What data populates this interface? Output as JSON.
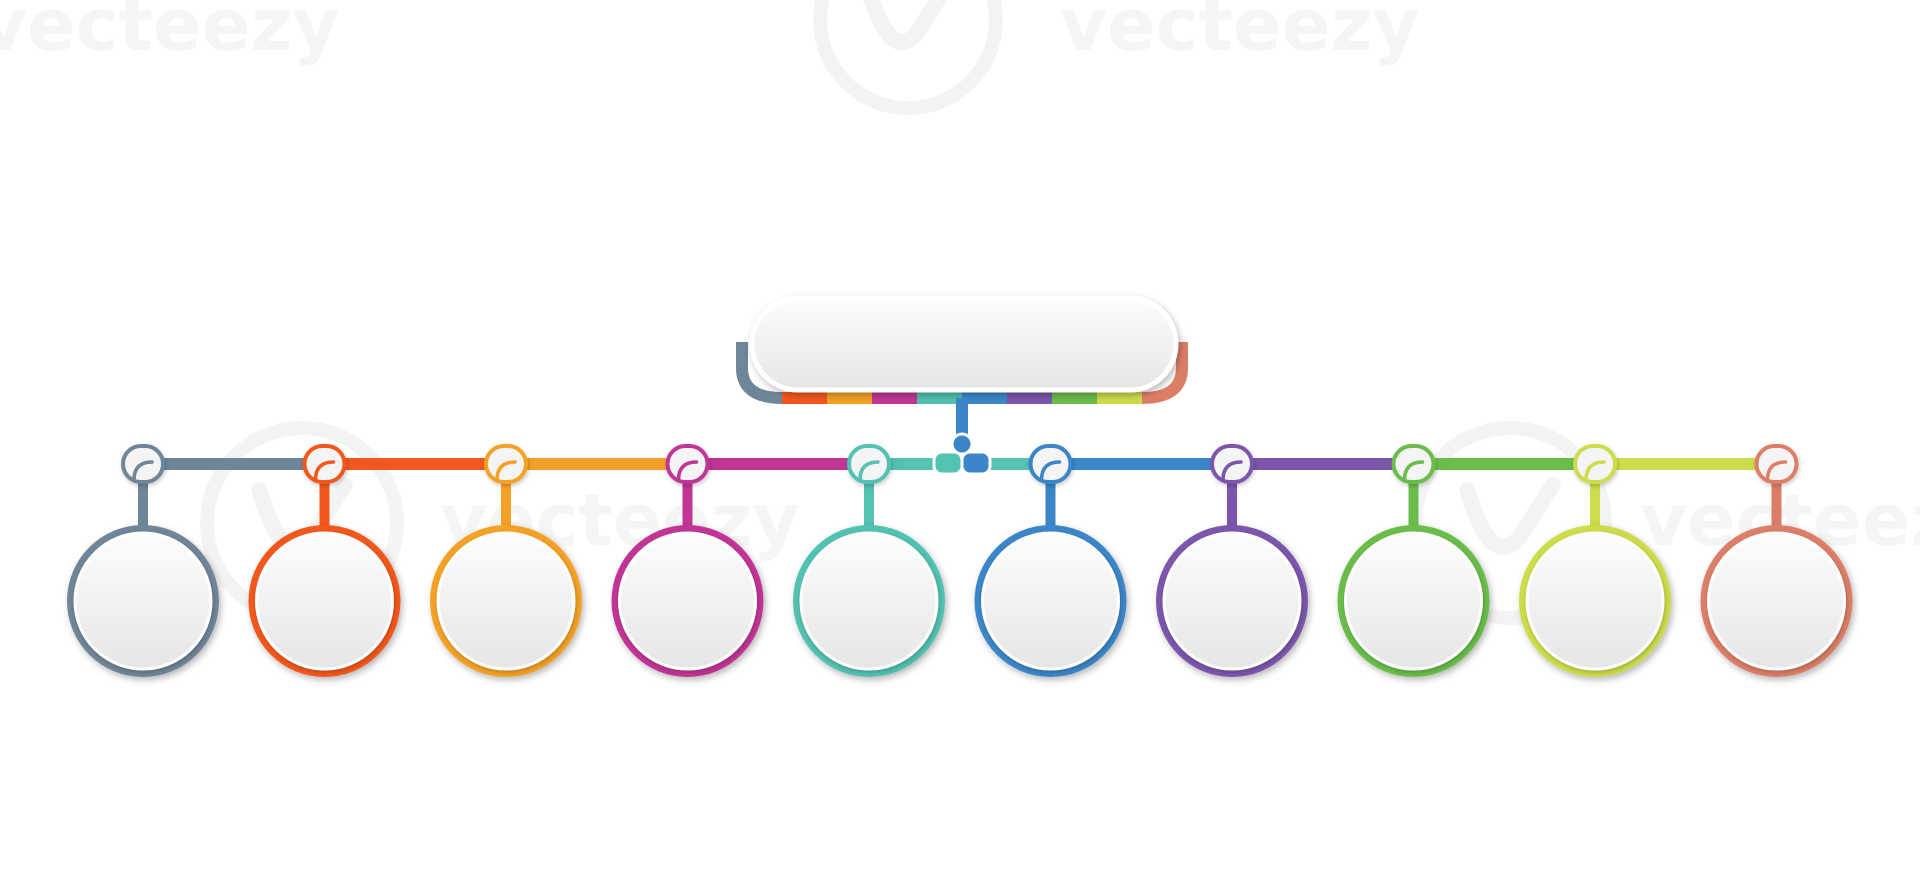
{
  "watermark": {
    "text": "vecteezy"
  },
  "palette": {
    "shadow": "#000000",
    "face_top": "#fdfdfd",
    "face_bottom": "#e6e6e6",
    "hub_accent": "#3b86c9"
  },
  "diagram": {
    "type": "hierarchy-infographic",
    "root": {
      "shape": "rounded-banner",
      "label": ""
    },
    "branches": [
      {
        "color": "#6f8598",
        "label": ""
      },
      {
        "color": "#f2581e",
        "label": ""
      },
      {
        "color": "#f4a127",
        "label": ""
      },
      {
        "color": "#c13694",
        "label": ""
      },
      {
        "color": "#52c2b1",
        "label": ""
      },
      {
        "color": "#3b86c9",
        "label": ""
      },
      {
        "color": "#7c56ac",
        "label": ""
      },
      {
        "color": "#6bbd4b",
        "label": ""
      },
      {
        "color": "#cddc4b",
        "label": ""
      },
      {
        "color": "#dc7e67",
        "label": ""
      }
    ]
  }
}
